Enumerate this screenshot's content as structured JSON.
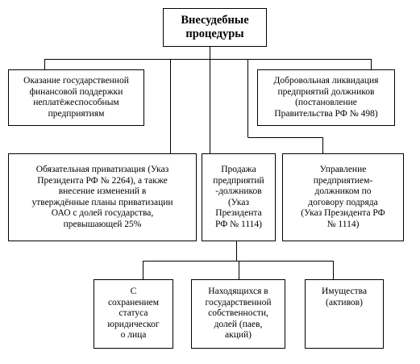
{
  "diagram": {
    "root": {
      "text": "Внесудебные\nпроцедуры"
    },
    "level1_left_top": {
      "text": "Оказание государственной\nфинансовой поддержки\nнеплатёжеспособным\nпредприятиям"
    },
    "level1_right_top": {
      "text": "Добровольная ликвидация\nпредприятий должников\n(постановление\nПравительства РФ № 498)"
    },
    "level2_privatization": {
      "text": "Обязательная приватизация (Указ\nПрезидента РФ №  2264), а также\nвнесение изменений в\nутверждённые планы приватизации\nОАО с долей государства,\nпревышающей 25%"
    },
    "level2_sale": {
      "text": "Продажа\nпредприятий\n-должников\n(Указ\nПрезидента\nРФ № 1114)"
    },
    "level2_management": {
      "text": "Управление\nпредприятием-\nдолжником по\nдоговору подряда\n(Указ Президента РФ\n№ 1114)"
    },
    "level3_legal_entity": {
      "text": "С\nсохранением\nстатуса\nюридическог\nо лица"
    },
    "level3_state_property": {
      "text": "Находящихся в\nгосударственной\nсобственности,\nдолей (паев,\nакций)"
    },
    "level3_assets": {
      "text": "Имущества\n(активов)"
    }
  }
}
